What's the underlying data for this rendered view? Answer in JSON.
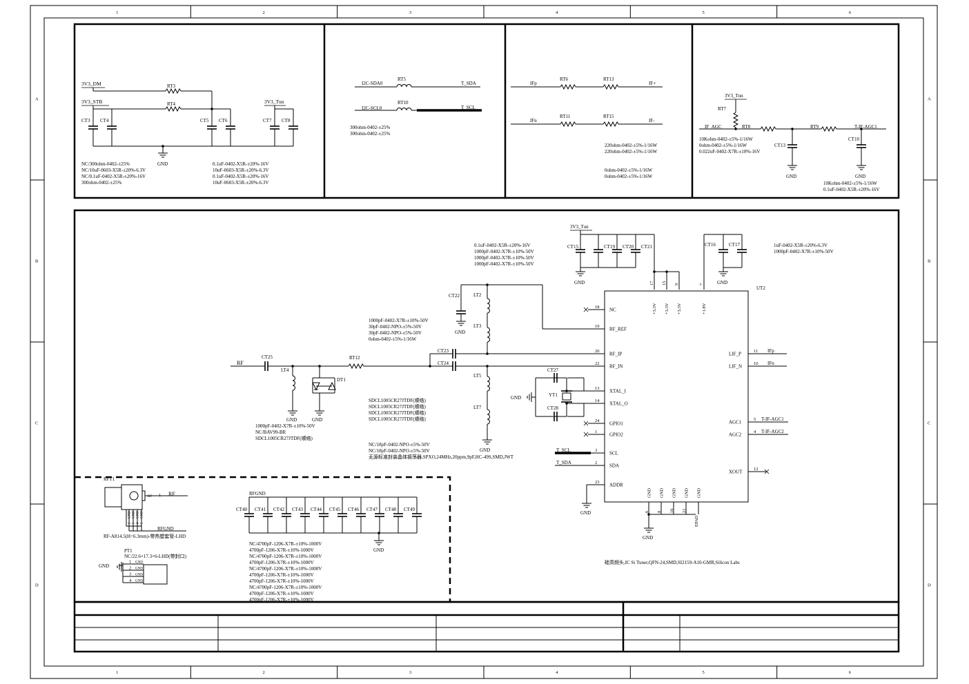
{
  "frame": {
    "col_labels": [
      "1",
      "2",
      "3",
      "4",
      "5",
      "6"
    ],
    "row_labels": [
      "A",
      "B",
      "C",
      "D"
    ]
  },
  "panel_power": {
    "nets": {
      "v3_dm": "3V3_DM",
      "v3_stb": "3V3_STB",
      "v3_tun": "3V3_Tun",
      "gnd": "GND"
    },
    "refs": {
      "rt3": "RT3",
      "rt4": "RT4"
    },
    "caps": [
      "CT3",
      "CT4",
      "CT5",
      "CT6",
      "CT7",
      "CT8"
    ],
    "values_left": [
      "NC/300ohm-0402-±25%",
      "NC/10uF-0603-X5R-±20%-6.3V",
      "NC/0.1uF-0402-X5R-±20%-16V",
      "300ohm-0402-±25%"
    ],
    "values_right": [
      "0.1uF-0402-X5R-±20%-16V",
      "10uF-0603-X5R-±20%-6.3V",
      "0.1uF-0402-X5R-±20%-16V",
      "10uF-0603-X5R-±20%-6.3V"
    ]
  },
  "panel_i2c": {
    "nets": {
      "sda_in": "I2C-SDA0",
      "sda_out": "T_SDA",
      "scl_in": "I2C-SCL0",
      "scl_out": "T_SCL"
    },
    "refs": {
      "rt5": "RT5",
      "rt10": "RT10"
    },
    "values": [
      "300ohm-0402-±25%",
      "300ohm-0402-±25%"
    ]
  },
  "panel_if": {
    "nets": {
      "ifp": "IFp",
      "ifp_out": "IF+",
      "ifn": "IFn",
      "ifn_out": "IF-"
    },
    "refs": [
      "RT6",
      "RT13",
      "RT11",
      "RT15"
    ],
    "values_1": [
      "220ohm-0402-±5%-1/16W",
      "220ohm-0402-±5%-1/16W"
    ],
    "values_2": [
      "0ohm-0402-±5%-1/16W",
      "0ohm-0402-±5%-1/16W"
    ]
  },
  "panel_agc": {
    "nets": {
      "v3_tun": "3V3_Tun",
      "if_agc": "IF_AGC",
      "t_if_agc1": "T-IF-AGC1",
      "gnd": "GND"
    },
    "refs": {
      "rt7": "RT7",
      "rt8": "RT8",
      "rt9": "RT9",
      "ct13": "CT13",
      "ct10": "CT10"
    },
    "values_1": [
      "10Kohm-0402-±5%-1/16W",
      "0ohm-0402-±5%-1/16W",
      "0.022uF-0402-X7R-±10%-16V"
    ],
    "values_2": [
      "10Kohm-0402-±5%-1/16W",
      "0.1uF-0402-X5R-±20%-16V"
    ]
  },
  "main": {
    "supply": {
      "net": "3V3_Tun",
      "caps": [
        "CT15",
        "CT19",
        "CT20",
        "CT21"
      ],
      "gnd": "GND"
    },
    "supply_values": [
      "0.1uF-0402-X5R-±20%-16V",
      "1000pF-0402-X7R-±10%-50V",
      "1000pF-0402-X7R-±10%-50V",
      "1000pF-0402-X7R-±10%-50V"
    ],
    "supply2": {
      "caps": [
        "CT16",
        "CT17"
      ],
      "gnd": "GND"
    },
    "supply2_values": [
      "1uF-0402-X5R-±20%-6.3V",
      "1000pF-0402-X7R-±10%-50V"
    ],
    "rf_front": {
      "rf_net": "RF",
      "refs": {
        "ct25": "CT25",
        "lt4": "LT4",
        "dt1": "DT1",
        "rt12": "RT12",
        "ct22": "CT22",
        "lt2": "LT2",
        "lt3": "LT3",
        "ct23": "CT23",
        "ct24": "CT24",
        "lt5": "LT5",
        "lt7": "LT7"
      },
      "gnd": "GND",
      "values_top": [
        "1000pF-0402-X7R-±10%-50V",
        "30pF-0402-NPO-±5%-50V",
        "30pF-0402-NPO-±5%-50V",
        "0ohm-0402-±5%-1/16W"
      ],
      "values_bottom": [
        "1000pF-0402-X7R-±10%-50V",
        "NC/BAV99-BR",
        "SDCL1005CR27JTDF(顺络)"
      ],
      "values_ind": [
        "SDCL1005CR27JTDF(顺络)",
        "SDCL1005CR27JTDF(顺络)",
        "SDCL1005CR27JTDF(顺络)",
        "SDCL1005CR27JTDF(顺络)"
      ]
    },
    "crystal": {
      "refs": {
        "ct27": "CT27",
        "ct28": "CT28",
        "yt1": "YT1"
      },
      "gnd": "GND",
      "values": [
        "NC/18pF-0402-NPO-±5%-50V",
        "NC/18pF-0402-NPO-±5%-50V",
        "无源标准封装晶体振荡器,SPXO,24MHz,20ppm,9pF,HC-49S,SMD,JWT"
      ]
    },
    "ic": {
      "ref": "UT2",
      "description": "硅高频头,IC Si Tuner,QFN-24,SMD,SI2159-A10-GMR,Silicon Labs",
      "left_pins": [
        {
          "num": "18",
          "name": "NC"
        },
        {
          "num": "19",
          "name": "RF_REF"
        },
        {
          "num": "20",
          "name": "RF_IP"
        },
        {
          "num": "22",
          "name": "RF_IN"
        },
        {
          "num": "13",
          "name": "XTAL_I"
        },
        {
          "num": "14",
          "name": "XTAL_O"
        },
        {
          "num": "24",
          "name": "GPIO1"
        },
        {
          "num": "1",
          "name": "GPIO2"
        },
        {
          "num": "3",
          "name": "SCL"
        },
        {
          "num": "2",
          "name": "SDA"
        },
        {
          "num": "23",
          "name": "ADDR"
        }
      ],
      "right_pins": [
        {
          "num": "11",
          "name": "LIF_P"
        },
        {
          "num": "10",
          "name": "LIF_N"
        },
        {
          "num": "5",
          "name": "AGC1"
        },
        {
          "num": "4",
          "name": "AGC2"
        },
        {
          "num": "12",
          "name": "XOUT"
        }
      ],
      "top_pins": [
        {
          "num": "17",
          "name": "+3.3V"
        },
        {
          "num": "15",
          "name": "+3.3V"
        },
        {
          "num": "9",
          "name": "+3.3V"
        },
        {
          "num": "7",
          "name": "+1.8V"
        }
      ],
      "bottom_pins": [
        {
          "num": "6",
          "name": "GND"
        },
        {
          "num": "8",
          "name": "GND"
        },
        {
          "num": "16",
          "name": "GND"
        },
        {
          "num": "21",
          "name": "GND"
        },
        {
          "num": "",
          "name": "GND"
        }
      ],
      "epad_label": "EPAD",
      "gnd": "GND",
      "ext_nets": {
        "ifp": "IFp",
        "ifn": "IFn",
        "agc1": "T-IF-AGC1",
        "agc2": "T-IF-AGC2",
        "scl": "T_SCL",
        "sda": "T_SDA"
      }
    },
    "rf_input": {
      "connector_ref": "RFT1",
      "connector_value": "RF-A814.5(H=6.3mm)-带热塑套管-LHD",
      "pin1": "1",
      "pin_labels": [
        "RF",
        "GND",
        "GND",
        "GND",
        "GND"
      ],
      "side_nums": [
        "2",
        "3",
        "4",
        "5"
      ],
      "net_rf": "RF",
      "net_rfgnd": "RFGND",
      "shield_ref": "PT1",
      "shield_value": "NC/22.6×17.3×6-LHD(带封口)",
      "shield_gnd": "GND",
      "shield_pins": [
        "1",
        "2",
        "3",
        "4"
      ],
      "shield_pin_label": "GND",
      "caps": [
        "CT40",
        "CT41",
        "CT42",
        "CT43",
        "CT44",
        "CT45",
        "CT46",
        "CT47",
        "CT48",
        "CT49"
      ],
      "caps_gnd": "GND",
      "cap_values": [
        "NC/4700pF-1206-X7R-±10%-1000V",
        "4700pF-1206-X7R-±10%-1000V",
        "NC/4700pF-1206-X7R-±10%-1000V",
        "4700pF-1206-X7R-±10%-1000V",
        "NC/4700pF-1206-X7R-±10%-1000V",
        "4700pF-1206-X7R-±10%-1000V",
        "4700pF-1206-X7R-±10%-1000V",
        "NC/4700pF-1206-X7R-±10%-1000V",
        "4700pF-1206-X7R-±10%-1000V",
        "4700pF-1206-X7R-±10%-1000V"
      ]
    }
  }
}
